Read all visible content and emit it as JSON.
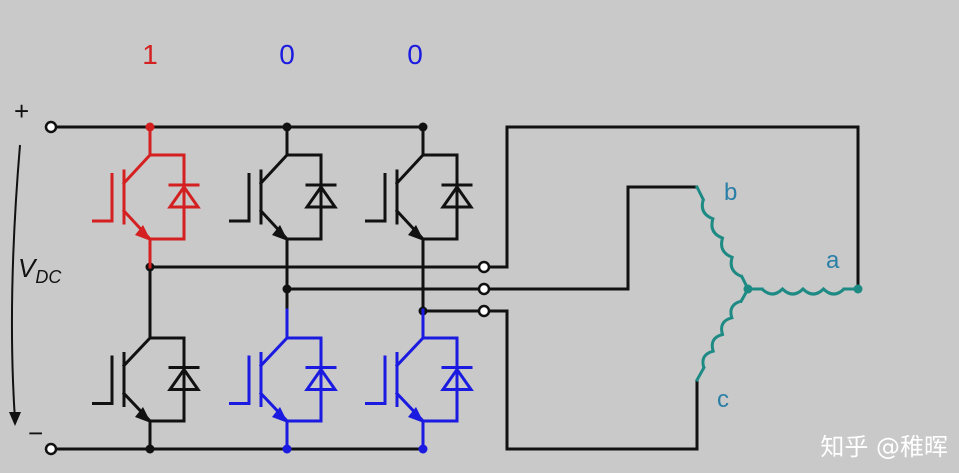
{
  "diagram": {
    "switch_states": [
      {
        "label": "1",
        "color": "#d42020"
      },
      {
        "label": "0",
        "color": "#1a1ae0"
      },
      {
        "label": "0",
        "color": "#1a1ae0"
      }
    ],
    "rails": {
      "plus": "+",
      "minus": "−"
    },
    "dc_source": {
      "symbol": "V",
      "subscript": "DC"
    },
    "phases": {
      "a": "a",
      "b": "b",
      "c": "c"
    },
    "colors": {
      "wire": "#111111",
      "on": "#d42020",
      "off": "#1a1ae0",
      "winding": "#1e8a84",
      "phase_label": "#2a7fa6",
      "background": "#c9c9c9"
    },
    "legs": [
      {
        "upper": "on",
        "lower": "neutral"
      },
      {
        "upper": "neutral",
        "lower": "off"
      },
      {
        "upper": "neutral",
        "lower": "off"
      }
    ]
  },
  "watermark": "知乎 @稚晖"
}
